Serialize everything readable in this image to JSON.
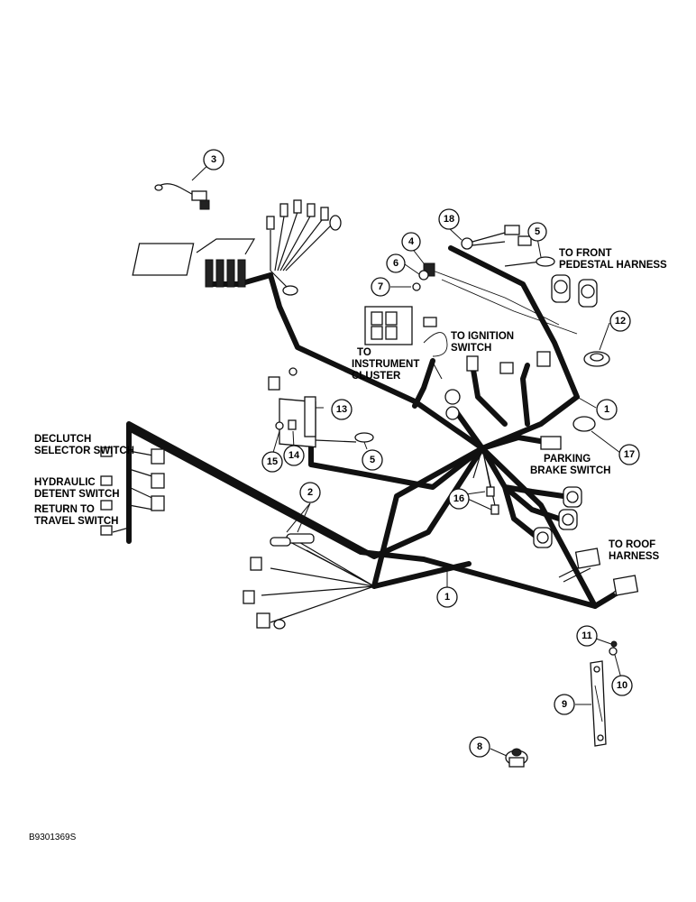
{
  "callouts": {
    "c1a": "1",
    "c1b": "1",
    "c2": "2",
    "c3": "3",
    "c4": "4",
    "c5a": "5",
    "c5b": "5",
    "c6": "6",
    "c7": "7",
    "c8": "8",
    "c9": "9",
    "c10": "10",
    "c11": "11",
    "c12": "12",
    "c13": "13",
    "c14": "14",
    "c15": "15",
    "c16": "16",
    "c17": "17",
    "c18": "18"
  },
  "labels": {
    "front_pedestal_1": "TO FRONT",
    "front_pedestal_2": "PEDESTAL HARNESS",
    "ignition_1": "TO IGNITION",
    "ignition_2": "SWITCH",
    "instrument_1": "TO",
    "instrument_2": "INSTRUMENT",
    "instrument_3": "CLUSTER",
    "declutch_1": "DECLUTCH",
    "declutch_2": "SELECTOR SWITCH",
    "hydraulic_1": "HYDRAULIC",
    "hydraulic_2": "DETENT SWITCH",
    "return_1": "RETURN TO",
    "return_2": "TRAVEL SWITCH",
    "parking_1": "PARKING",
    "parking_2": "BRAKE SWITCH",
    "roof_1": "TO ROOF",
    "roof_2": "HARNESS"
  },
  "figure_code": "B9301369S"
}
